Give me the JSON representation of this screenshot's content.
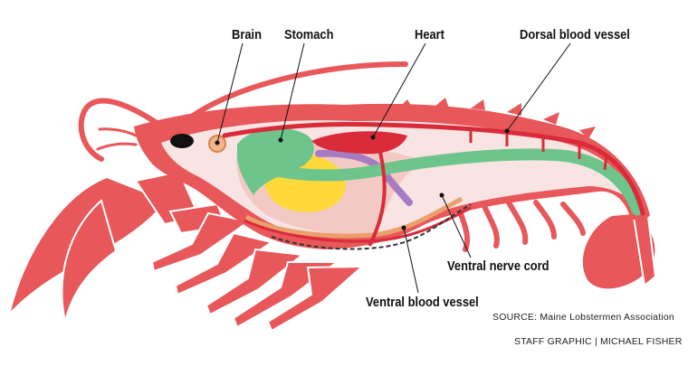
{
  "labels": {
    "brain": "Brain",
    "stomach": "Stomach",
    "heart": "Heart",
    "dorsal_blood_vessel": "Dorsal blood vessel",
    "ventral_nerve_cord": "Ventral nerve cord",
    "ventral_blood_vessel": "Ventral blood vessel"
  },
  "credits": {
    "source": "SOURCE: Maine Lobstermen Association",
    "staff": "STAFF GRAPHIC | MICHAEL FISHER"
  },
  "colors": {
    "shell": "#e8575a",
    "shell_light": "#f3c9c4",
    "interior": "#f8e4e2",
    "stomach": "#6dc58c",
    "digestive_gland": "#ffd83a",
    "heart": "#d92b3a",
    "nerve": "#a77bc2",
    "tissue": "#eba06b"
  }
}
